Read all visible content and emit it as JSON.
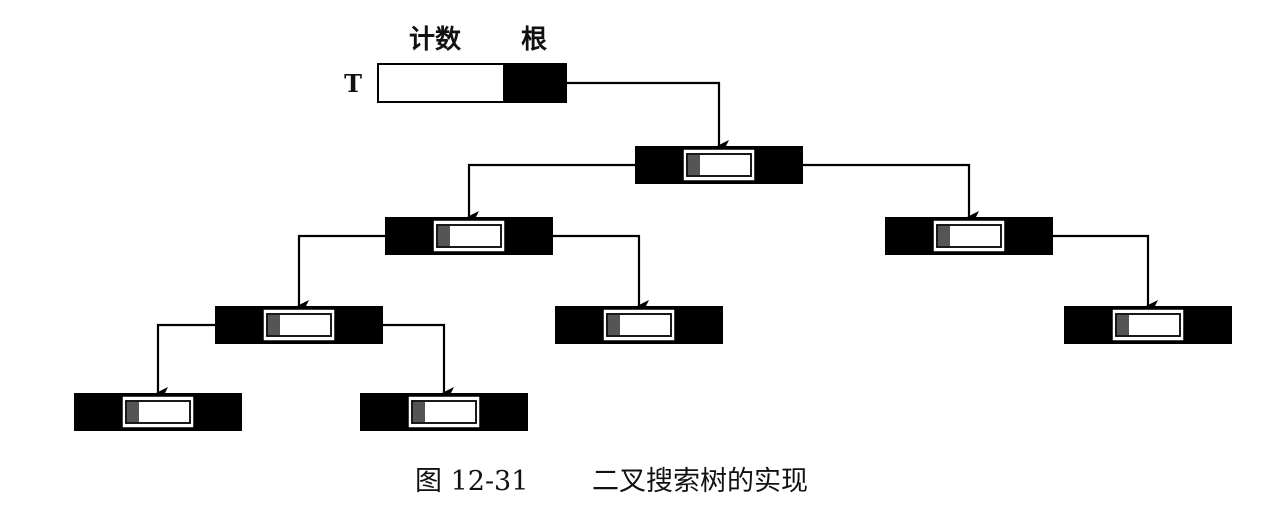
{
  "header": {
    "count_label": "计数",
    "root_label": "根",
    "tree_label": "T"
  },
  "caption": {
    "figure_number": "图 12-31",
    "title": "二叉搜索树的实现"
  },
  "colors": {
    "ink": "#000000",
    "paper": "#ffffff",
    "key_shade": "#555555"
  },
  "tree": {
    "nodes": [
      {
        "id": "root"
      },
      {
        "id": "n-l"
      },
      {
        "id": "n-r"
      },
      {
        "id": "n-ll"
      },
      {
        "id": "n-lr"
      },
      {
        "id": "n-rr"
      },
      {
        "id": "n-lll"
      },
      {
        "id": "n-llr"
      }
    ],
    "edges": [
      {
        "from": "root",
        "to": "n-l",
        "side": "left"
      },
      {
        "from": "root",
        "to": "n-r",
        "side": "right"
      },
      {
        "from": "n-l",
        "to": "n-ll",
        "side": "left"
      },
      {
        "from": "n-l",
        "to": "n-lr",
        "side": "right"
      },
      {
        "from": "n-r",
        "to": "n-rr",
        "side": "right"
      },
      {
        "from": "n-ll",
        "to": "n-lll",
        "side": "left"
      },
      {
        "from": "n-ll",
        "to": "n-llr",
        "side": "right"
      }
    ]
  }
}
